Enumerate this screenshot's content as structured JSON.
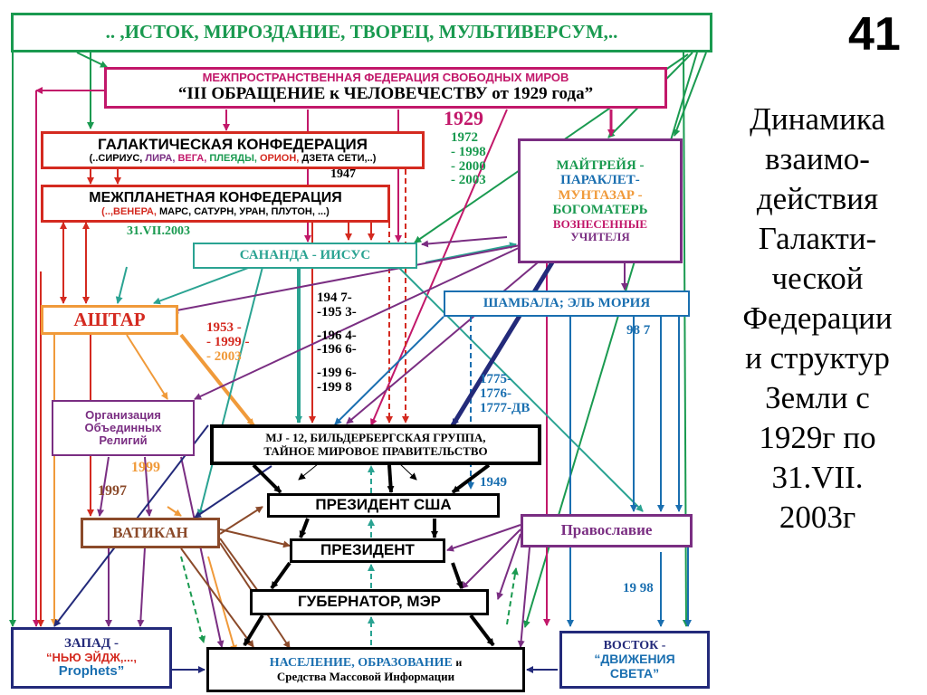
{
  "page_number": "41",
  "side_title": [
    "Динамика",
    "взаимо-",
    "действия",
    "Галакти-",
    "ческой",
    "Федерации",
    "и структур",
    "Земли с",
    "1929г по",
    "31.VII.",
    "2003г"
  ],
  "nodes": {
    "source": ".. ,ИСТОК, МИРОЗДАНИЕ, ТВОРЕЦ, МУЛЬТИВЕРСУМ,..",
    "federation_line1": "МЕЖПРОСТРАНСТВЕННАЯ ФЕДЕРАЦИЯ СВОБОДНЫХ МИРОВ",
    "federation_line2": "“III ОБРАЩЕНИЕ к ЧЕЛОВЕЧЕСТВУ от 1929 года”",
    "galactic_title": "ГАЛАКТИЧЕСКАЯ КОНФЕДЕРАЦИЯ",
    "galactic_members": [
      "(..СИРИУС,",
      "ЛИРА,",
      "ВЕГА,",
      "ПЛЕЯДЫ,",
      "ОРИОН,",
      "ДЗЕТА СЕТИ,..)"
    ],
    "interplanetary_title": "МЕЖПЛАНЕТНАЯ КОНФЕДЕРАЦИЯ",
    "interplanetary_members": [
      "(..,ВЕНЕРА,",
      "МАРС, САТУРН, УРАН, ПЛУТОН, ...)"
    ],
    "sananda": "САНАНДА - ИИСУС",
    "maitreya": [
      "МАЙТРЕЙЯ -",
      "ПАРАКЛЕТ-",
      "МУНТАЗАР -",
      "БОГОМАТЕРЬ",
      "ВОЗНЕСЕННЫЕ",
      "УЧИТЕЛЯ"
    ],
    "shambala": "ШАМБАЛА; ЭЛЬ МОРИЯ",
    "ashtar": "АШТАР",
    "united_religions": [
      "Организация",
      "Объединных",
      "Религий"
    ],
    "mj12_line1": "MJ - 12, БИЛЬДЕРБЕРГСКАЯ ГРУППА,",
    "mj12_line2": "ТАЙНОЕ МИРОВОЕ ПРАВИТЕЛЬСТВО",
    "us_president": "ПРЕЗИДЕНТ США",
    "president": "ПРЕЗИДЕНТ",
    "governor": "ГУБЕРНАТОР, МЭР",
    "vatican": "ВАТИКАН",
    "orthodoxy": "Православие",
    "west": [
      "ЗАПАД -",
      "“НЬЮ ЭЙДЖ,...,",
      "Prophets”"
    ],
    "east": [
      "ВОСТОК -",
      "“ДВИЖЕНИЯ",
      "СВЕТА”"
    ],
    "population": [
      "НАСЕЛЕНИЕ,",
      "ОБРАЗОВАНИЕ",
      "и",
      "Средства Массовой Информации"
    ]
  },
  "labels": {
    "y1929": "1929",
    "years_green": [
      "1972",
      "- 1998",
      "- 2000",
      "- 2003"
    ],
    "y1947": "1947",
    "date2003": "31.VII.2003",
    "years_black": [
      "194 7-",
      "-195 3-",
      "-196 4-",
      "-196 6-",
      "-199 6-",
      "-199 8"
    ],
    "years_ashtar": [
      "1953 -",
      "- 1999 -",
      "- 2003"
    ],
    "years_blue": [
      "1775-",
      "1776-",
      "1777-ДВ"
    ],
    "y1949": "1949",
    "y987": [
      "98",
      "7"
    ],
    "y1998": [
      "19",
      "98"
    ],
    "y1999": "1999",
    "y1997": "1997"
  },
  "colors": {
    "green": "#1a9a50",
    "magenta": "#c2186a",
    "red": "#d42a20",
    "orange": "#f09a3a",
    "purple": "#7a2e82",
    "teal": "#2aa392",
    "blue": "#1a6fb0",
    "brown": "#8b4a2a",
    "black": "#000000",
    "navy": "#232a7a"
  }
}
